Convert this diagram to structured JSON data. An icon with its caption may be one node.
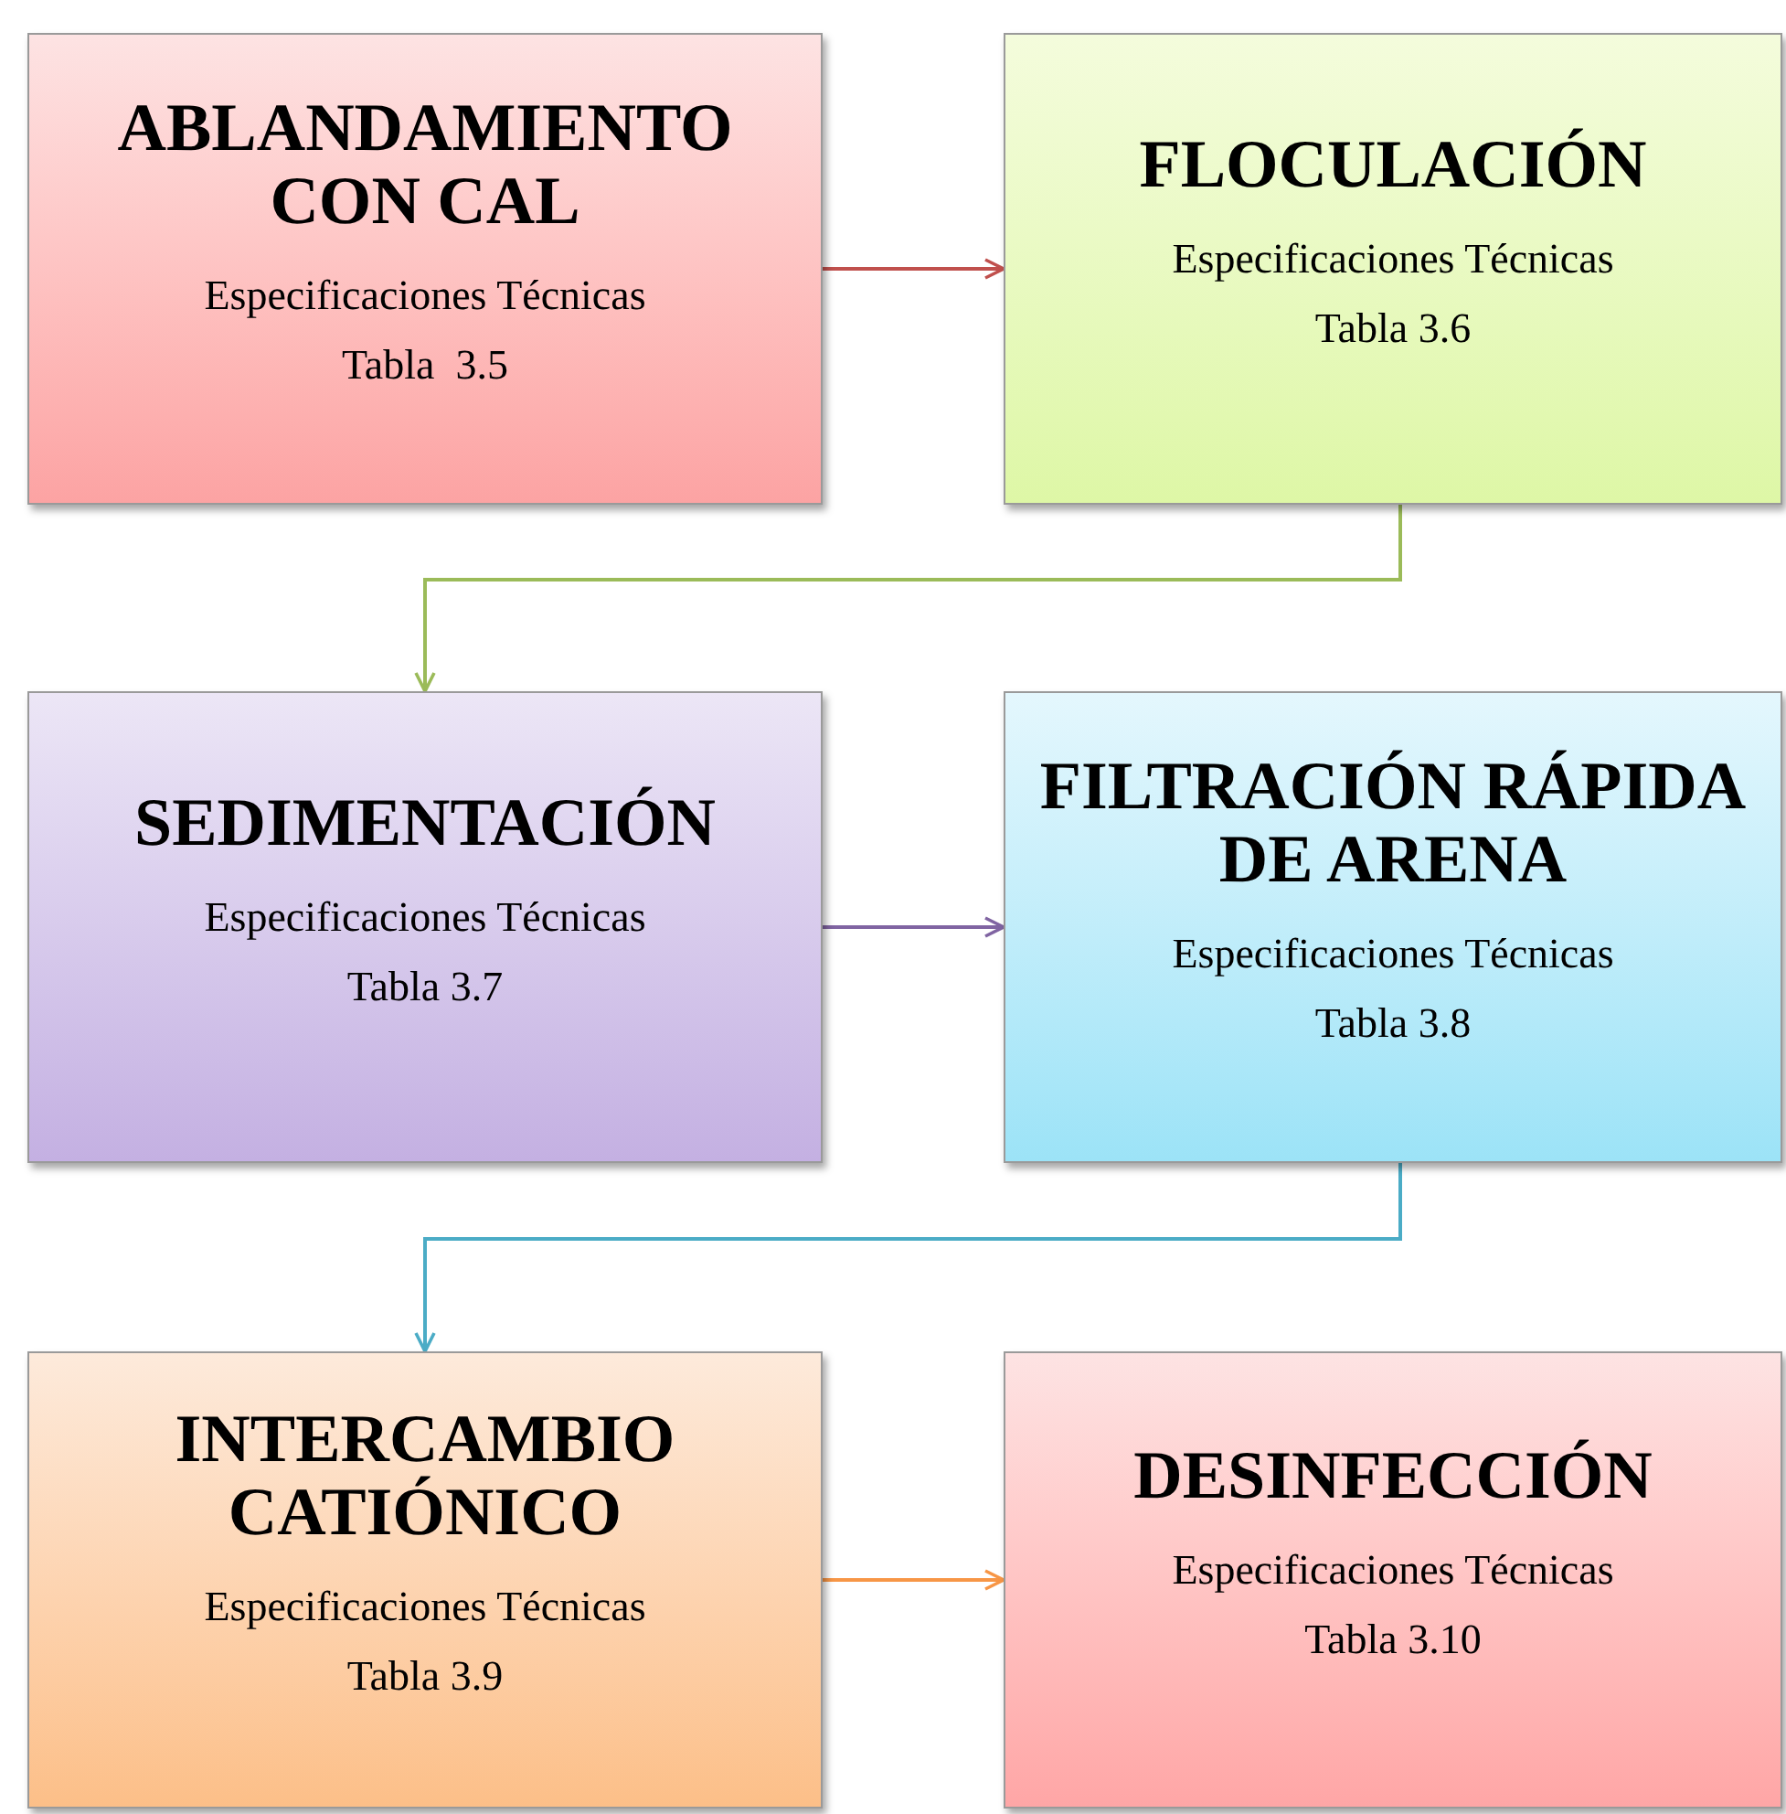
{
  "diagram": {
    "nodes": [
      {
        "text": [
          "ABLANDAMIENTO CON CAL",
          "Especificaciones Técnicas",
          "Tabla  3.5"
        ]
      },
      {
        "text": [
          "FLOCULACIÓN",
          "Especificaciones Técnicas",
          "Tabla 3.6"
        ]
      },
      {
        "text": [
          "SEDIMENTACIÓN",
          "Especificaciones Técnicas",
          "Tabla 3.7"
        ]
      },
      {
        "text": [
          "FILTRACIÓN RÁPIDA DE ARENA",
          "Especificaciones Técnicas",
          "Tabla 3.8"
        ]
      },
      {
        "text": [
          "INTERCAMBIO CATIÓNICO",
          "Especificaciones Técnicas",
          "Tabla 3.9"
        ]
      },
      {
        "text": [
          "DESINFECCIÓN",
          "Especificaciones Técnicas",
          "Tabla 3.10"
        ]
      }
    ],
    "edges": [
      {
        "from": 0,
        "to": 1,
        "arrow": "to",
        "color": "#c0504d"
      },
      {
        "from": 1,
        "to": 2,
        "arrow": "to",
        "color": "#9bbb59"
      },
      {
        "from": 2,
        "to": 3,
        "arrow": "to",
        "color": "#8064a2"
      },
      {
        "from": 3,
        "to": 4,
        "arrow": "to",
        "color": "#4bacc6"
      },
      {
        "from": 4,
        "to": 5,
        "arrow": "to",
        "color": "#f79646"
      }
    ]
  }
}
